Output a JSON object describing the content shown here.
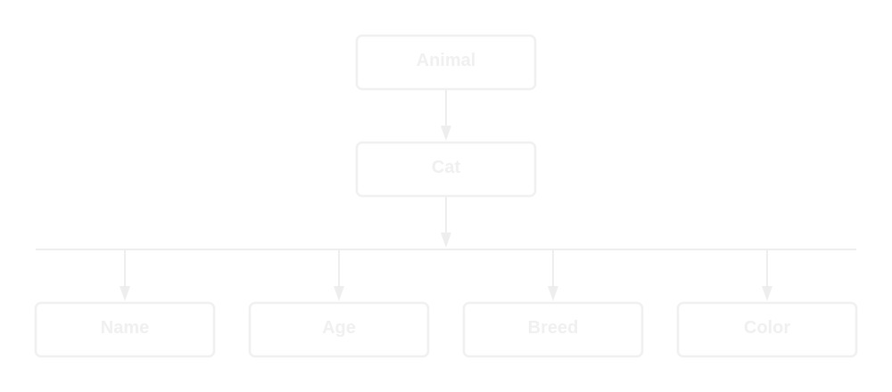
{
  "diagram": {
    "colors": {
      "box_border": "#f0f0f0",
      "label": "#f0f0f0",
      "connector": "#eeeeee",
      "background": "#ffffff"
    },
    "nodes": {
      "animal": {
        "label": "Animal"
      },
      "cat": {
        "label": "Cat"
      },
      "name": {
        "label": "Name"
      },
      "age": {
        "label": "Age"
      },
      "breed": {
        "label": "Breed"
      },
      "color": {
        "label": "Color"
      }
    },
    "edges": [
      {
        "from": "animal",
        "to": "cat"
      },
      {
        "from": "cat",
        "to": "name"
      },
      {
        "from": "cat",
        "to": "age"
      },
      {
        "from": "cat",
        "to": "breed"
      },
      {
        "from": "cat",
        "to": "color"
      }
    ]
  }
}
